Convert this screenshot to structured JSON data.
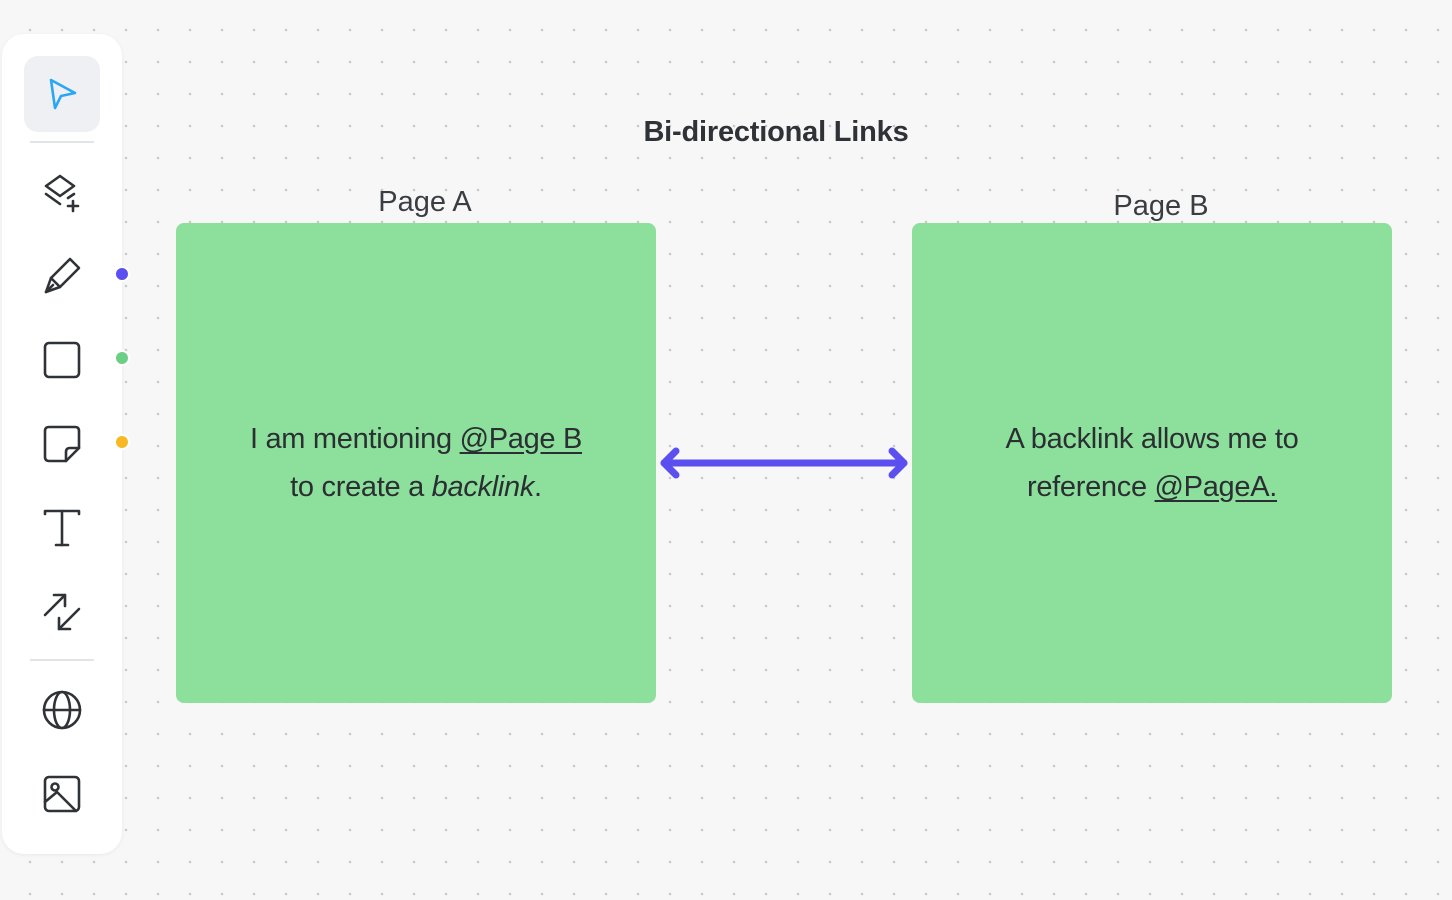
{
  "toolbar": {
    "tools": [
      {
        "name": "select",
        "icon": "cursor-arrow-icon",
        "active": true
      },
      {
        "name": "templates",
        "icon": "layers-plus-icon",
        "active": false
      },
      {
        "name": "pen",
        "icon": "pen-icon",
        "active": false,
        "color": "#5b4ff0"
      },
      {
        "name": "shape",
        "icon": "square-icon",
        "active": false,
        "color": "#6ccf85"
      },
      {
        "name": "sticky-note",
        "icon": "sticky-note-icon",
        "active": false,
        "color": "#f7b924"
      },
      {
        "name": "text",
        "icon": "text-icon",
        "active": false
      },
      {
        "name": "connector",
        "icon": "connector-arrows-icon",
        "active": false
      },
      {
        "name": "embed",
        "icon": "globe-icon",
        "active": false
      },
      {
        "name": "image",
        "icon": "image-icon",
        "active": false
      }
    ],
    "active_color": "#2aa7f4"
  },
  "board": {
    "title": "Bi-directional Links",
    "page_a": {
      "label": "Page A",
      "text_before": "I am mentioning ",
      "mention": "@Page B",
      "text_middle": "to create a ",
      "emphasis": "backlink",
      "text_after": "."
    },
    "page_b": {
      "label": "Page B",
      "text_line1": "A backlink allows me to",
      "text_before": "reference ",
      "mention": "@PageA."
    },
    "card_color": "#8ce09b",
    "arrow_color": "#5b4ff0"
  }
}
